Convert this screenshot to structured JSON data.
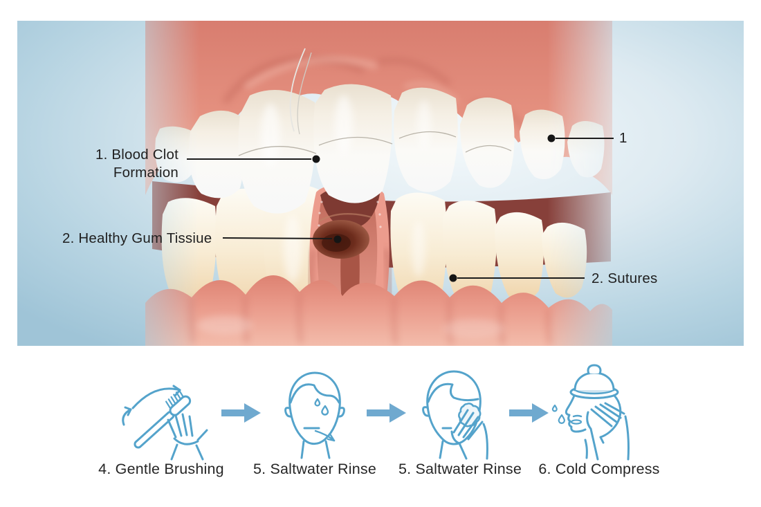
{
  "figure": {
    "title": "tooth-extraction-healing-illustration",
    "annotations": {
      "blood_clot": {
        "line1": "1. Blood Clot",
        "line2": "Formation"
      },
      "gum_tissue": {
        "label": "2. Healthy Gum Tissiue"
      },
      "tooth_marker": {
        "label": "1"
      },
      "sutures": {
        "label": "2. Sutures"
      }
    }
  },
  "steps": [
    {
      "label": "4. Gentle Brushing",
      "icon": "toothbrush-brushing-icon"
    },
    {
      "label": "5. Saltwater Rinse",
      "icon": "face-rinse-droplets-icon"
    },
    {
      "label": "5. Saltwater Rinse",
      "icon": "face-wipe-cloth-icon"
    },
    {
      "label": "6. Cold Compress",
      "icon": "cold-compress-head-icon"
    }
  ],
  "colors": {
    "annotation_text": "#1f1f1f",
    "leader_line": "#1c1c1c",
    "icon_stroke": "#54a3cb",
    "arrow_fill": "#6fa9cf",
    "panel_bg_edge": "#9fc4d7",
    "panel_bg_center": "#f2f7fa",
    "gum_pink": "#e08a7d",
    "tooth_white": "#f8f6f1",
    "tooth_ivory": "#f2d9b5",
    "blood_clot": "#6b2f22",
    "ice_bag_band": "#cfe4ef"
  }
}
